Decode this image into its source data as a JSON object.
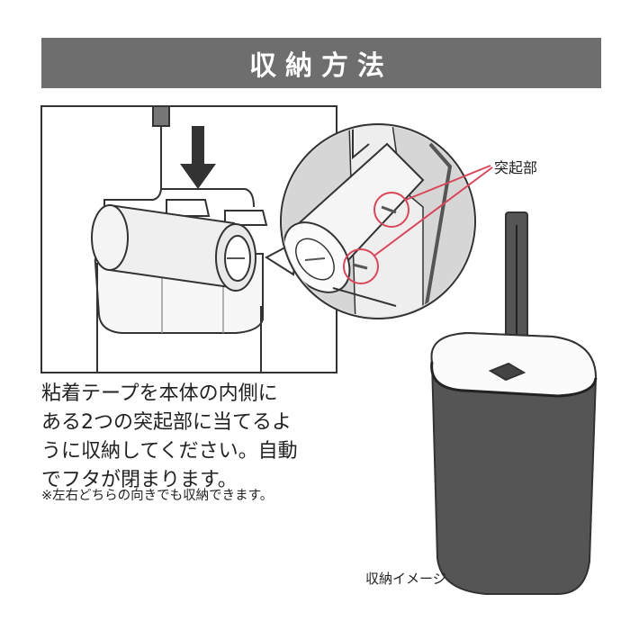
{
  "header": {
    "title": "収納方法"
  },
  "callout": {
    "label": "突起部"
  },
  "instructions": {
    "lines": [
      "粘着テープを本体の内側に",
      "ある2つの突起部に当てるよ",
      "うに収納してください。自動",
      "でフタが閉まります。"
    ],
    "note": "※左右どちらの向きでも収納できます。"
  },
  "image_caption": "収納イメージ",
  "colors": {
    "header_bg": "#6e6e6e",
    "accent": "#d9475a",
    "line": "#333333"
  }
}
